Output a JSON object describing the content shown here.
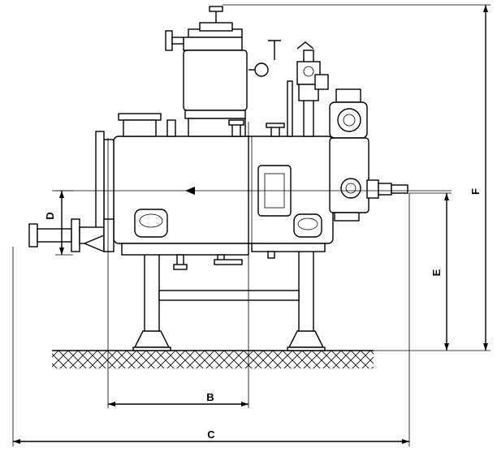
{
  "dimensions": {
    "b_label": "B",
    "c_label": "C",
    "d_label": "D",
    "e_label": "E",
    "f_label": "F"
  }
}
